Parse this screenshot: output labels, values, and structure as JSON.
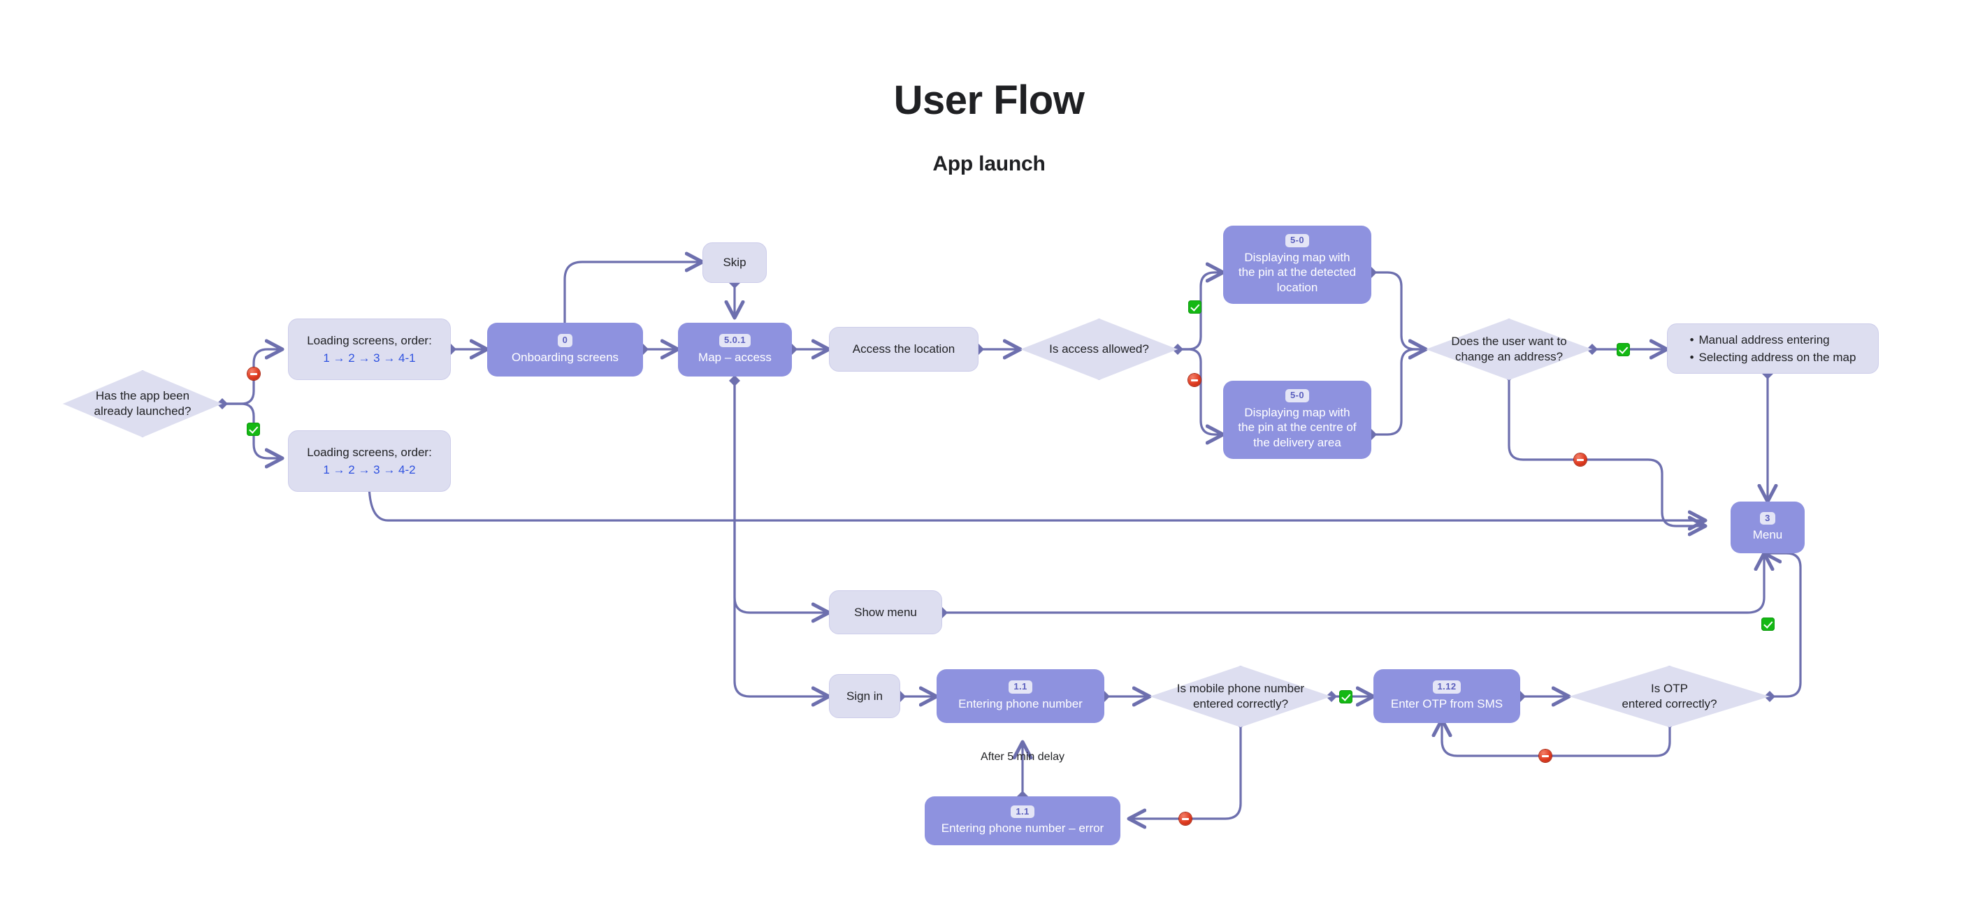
{
  "header": {
    "title": "User Flow",
    "subtitle": "App launch"
  },
  "icons": {
    "yes": "check-green-icon",
    "no": "forbidden-red-icon"
  },
  "colors": {
    "solid_node": "#8e92df",
    "light_node": "#dddef0",
    "connector": "#6d6fae",
    "order_text": "#2f52e0",
    "yes_marker": "#14b814",
    "no_marker": "#e03b20",
    "title_text": "#1f2023"
  },
  "nodes": {
    "has_launched": {
      "label": "Has the app been\nalready launched?",
      "type": "decision"
    },
    "loading_1": {
      "label": "Loading screens, order:",
      "order": "1 → 2 → 3 → 4-1",
      "type": "light"
    },
    "loading_2": {
      "label": "Loading screens, order:",
      "order": "1 → 2 → 3 → 4-2",
      "type": "light"
    },
    "onboarding": {
      "badge": "0",
      "label": "Onboarding screens",
      "type": "solid"
    },
    "skip": {
      "label": "Skip",
      "type": "light"
    },
    "map_access": {
      "badge": "5.0.1",
      "label": "Map – access",
      "type": "solid"
    },
    "access_location": {
      "label": "Access the location",
      "type": "light"
    },
    "is_access_allowed": {
      "label": "Is access allowed?",
      "type": "decision"
    },
    "map_detected": {
      "badge": "5-0",
      "label": "Displaying map with\nthe pin at the detected\nlocation",
      "type": "solid"
    },
    "map_centre": {
      "badge": "5-0",
      "label": "Displaying map with\nthe pin at the centre of\nthe delivery area",
      "type": "solid"
    },
    "change_address": {
      "label": "Does the user want to\nchange an address?",
      "type": "decision"
    },
    "address_options": {
      "items": [
        "Manual address entering",
        "Selecting address on the map"
      ],
      "type": "light-list"
    },
    "menu": {
      "badge": "3",
      "label": "Menu",
      "type": "solid"
    },
    "show_menu": {
      "label": "Show menu",
      "type": "light"
    },
    "sign_in": {
      "label": "Sign in",
      "type": "light"
    },
    "entering_phone": {
      "badge": "1.1",
      "label": "Entering phone number",
      "type": "solid"
    },
    "phone_correct": {
      "label": "Is mobile phone number\nentered correctly?",
      "type": "decision"
    },
    "enter_otp": {
      "badge": "1.12",
      "label": "Enter OTP from SMS",
      "type": "solid"
    },
    "otp_correct": {
      "label": "Is OTP\nentered correctly?",
      "type": "decision"
    },
    "phone_error": {
      "badge": "1.1",
      "label": "Entering phone number – error",
      "type": "solid"
    }
  },
  "edge_labels": {
    "after_delay": "After 5 min delay"
  }
}
